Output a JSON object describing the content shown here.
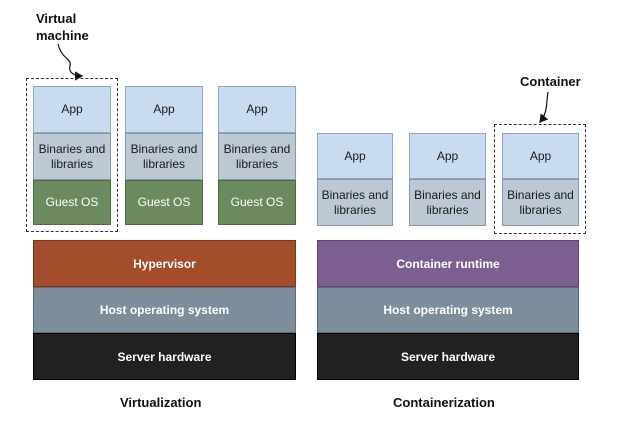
{
  "labels": {
    "virtual_machine_line1": "Virtual",
    "virtual_machine_line2": "machine",
    "container": "Container",
    "app": "App",
    "binaries": "Binaries and libraries",
    "guest_os": "Guest OS",
    "hypervisor": "Hypervisor",
    "container_runtime": "Container runtime",
    "host_os": "Host operating system",
    "server_hardware": "Server hardware",
    "virtualization": "Virtualization",
    "containerization": "Containerization"
  },
  "colors": {
    "app": "#c9dbf0",
    "binaries": "#bcc8d3",
    "guest_os": "#6b8a5e",
    "hypervisor": "#a44d2a",
    "container_runtime": "#7c5f92",
    "host_os": "#7d8d9b",
    "server_hardware": "#222023"
  }
}
